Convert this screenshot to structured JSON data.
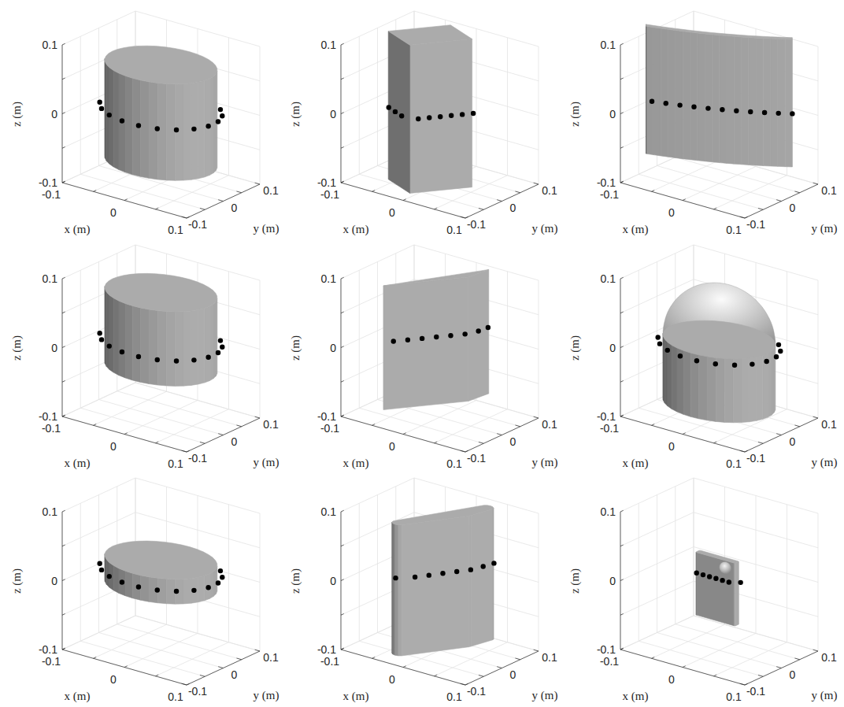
{
  "diagram": {
    "labels": [
      "0.1",
      "0",
      "-0.1",
      "-0.1",
      "0",
      "0.1",
      "-0.1",
      "0",
      "0.1",
      "z (m)",
      "x (m)",
      "y (m)",
      "0.1",
      "0",
      "-0.1",
      "-0.1",
      "0",
      "0.1",
      "-0.1",
      "0",
      "0.1",
      "z (m)",
      "x (m)",
      "y (m)",
      "0.1",
      "0",
      "-0.1",
      "-0.1",
      "0",
      "0.1",
      "-0.1",
      "0",
      "0.1",
      "z (m)",
      "x (m)",
      "y (m)",
      "0.1",
      "0",
      "-0.1",
      "-0.1",
      "0",
      "0.1",
      "-0.1",
      "0",
      "0.1",
      "z (m)",
      "x (m)",
      "y (m)",
      "0.1",
      "0",
      "-0.1",
      "-0.1",
      "0",
      "0.1",
      "-0.1",
      "0",
      "0.1",
      "z (m)",
      "x (m)",
      "y (m)",
      "0.1",
      "0",
      "-0.1",
      "-0.1",
      "0",
      "0.1",
      "-0.1",
      "0",
      "0.1",
      "z (m)",
      "x (m)",
      "y (m)",
      "0.1",
      "0",
      "-0.1",
      "-0.1",
      "0",
      "0.1",
      "-0.1",
      "0",
      "0.1",
      "z (m)",
      "x (m)",
      "y (m)",
      "0.1",
      "0",
      "-0.1",
      "-0.1",
      "0",
      "0.1",
      "-0.1",
      "0",
      "0.1",
      "z (m)",
      "x (m)",
      "y (m)",
      "0.1",
      "0",
      "-0.1",
      "-0.1",
      "0",
      "0.1",
      "-0.1",
      "0",
      "0.1",
      "z (m)",
      "x (m)",
      "y (m)"
    ]
  }
}
